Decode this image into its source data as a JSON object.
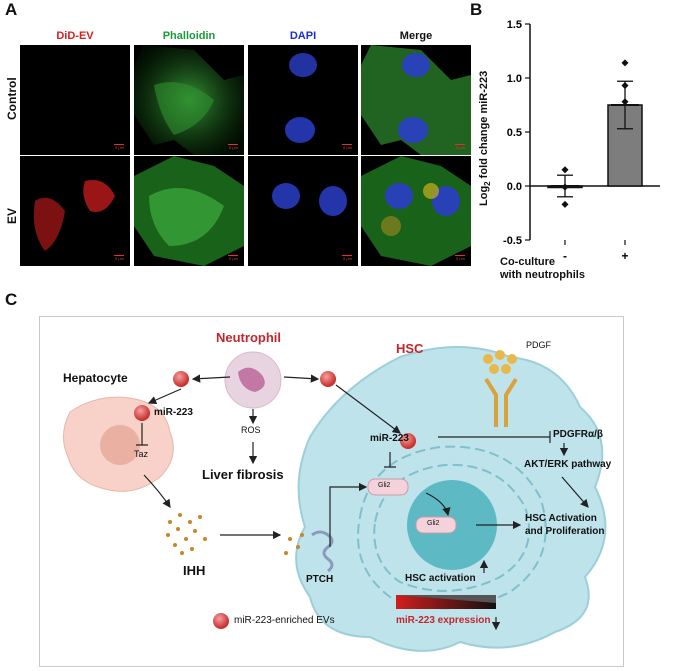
{
  "panel_a": {
    "label": "A",
    "channels": [
      "DiD-EV",
      "Phalloidin",
      "DAPI",
      "Merge"
    ],
    "channel_colors": [
      "#d42020",
      "#1c9a3a",
      "#1a2fd0",
      "#111111"
    ],
    "rows": [
      "Control",
      "EV"
    ],
    "scale_text": "5 µm"
  },
  "panel_b": {
    "label": "B",
    "ylabel_main": "Log",
    "ylabel_sub": "2",
    "ylabel_rest": " fold change miR-223",
    "xlabel_line1": "Co-culture",
    "xlabel_line2": "with neutrophils"
  },
  "chart_data": {
    "type": "bar",
    "categories": [
      "-",
      "+"
    ],
    "values": [
      0.0,
      0.75
    ],
    "error": [
      0.1,
      0.22
    ],
    "points": [
      [
        0.15,
        -0.01,
        -0.17
      ],
      [
        1.14,
        0.93,
        0.78
      ]
    ],
    "yticks": [
      "-0.5",
      "0.0",
      "0.5",
      "1.0",
      "1.5"
    ],
    "ylim": [
      -0.5,
      1.5
    ],
    "bar_colors": [
      "#ffffff",
      "#7d7d7d"
    ]
  },
  "panel_c": {
    "label": "C",
    "neutrophil": "Neutrophil",
    "hsc": "HSC",
    "pdgf": "PDGF",
    "hepatocyte": "Hepatocyte",
    "mir223_hep": "miR-223",
    "taz": "Taz",
    "ros": "ROS",
    "liver_fibrosis": "Liver fibrosis",
    "mir223_hsc": "miR-223",
    "pdgfr": "PDGFRα/β",
    "akt_erk": "AKT/ERK pathway",
    "gli2_a": "Gli2",
    "gli2_b": "Gli2",
    "hsc_act_line1": "HSC Activation",
    "hsc_act_line2": "and Proliferation",
    "ihh": "IHH",
    "ptch": "PTCH",
    "hsc_activation": "HSC activation",
    "mir223_expression": "miR-223 expression",
    "legend": "miR-223-enriched EVs"
  }
}
